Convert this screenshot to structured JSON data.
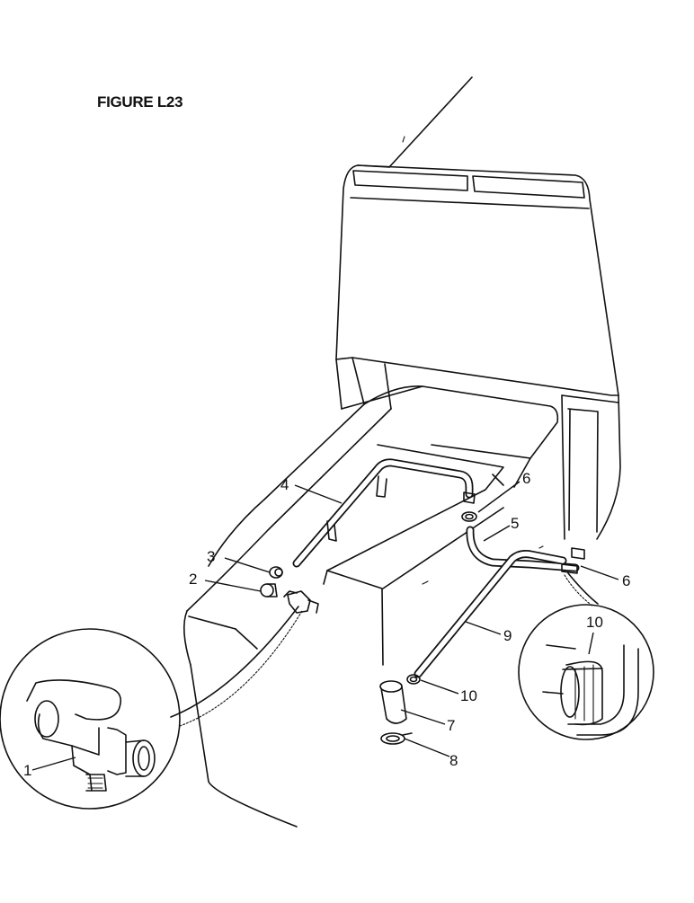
{
  "figure": {
    "title": "FIGURE L23"
  },
  "callouts": [
    {
      "id": "c1",
      "label": "1"
    },
    {
      "id": "c2",
      "label": "2"
    },
    {
      "id": "c3",
      "label": "3"
    },
    {
      "id": "c4",
      "label": "4"
    },
    {
      "id": "c5",
      "label": "5"
    },
    {
      "id": "c6a",
      "label": "6"
    },
    {
      "id": "c6b",
      "label": "6"
    },
    {
      "id": "c7",
      "label": "7"
    },
    {
      "id": "c8",
      "label": "8"
    },
    {
      "id": "c9",
      "label": "9"
    },
    {
      "id": "c10a",
      "label": "10"
    },
    {
      "id": "c10b",
      "label": "10"
    }
  ]
}
